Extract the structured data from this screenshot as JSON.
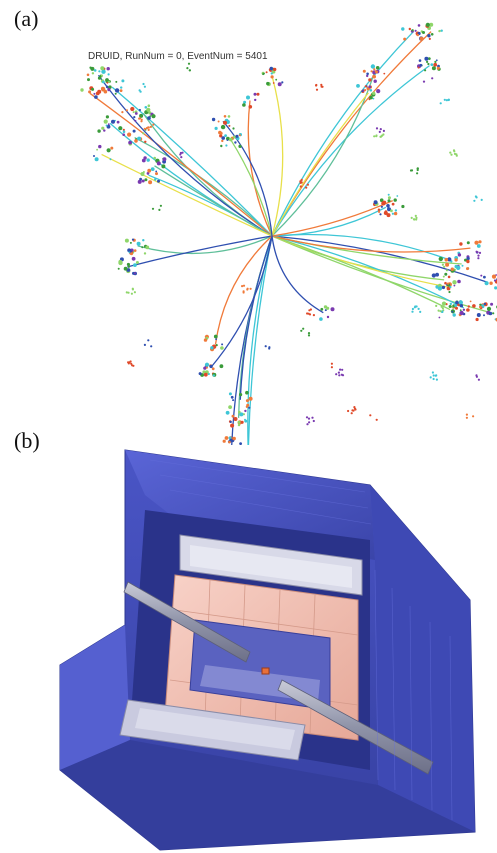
{
  "panels": {
    "a": {
      "label": "(a)",
      "caption": "DRUID, RunNum = 0, EventNum = 5401"
    },
    "b": {
      "label": "(b)"
    }
  },
  "colors": {
    "tracks": [
      "#3ec6d6",
      "#f07a3a",
      "#e8e04a",
      "#8fd66a",
      "#2f4fb0",
      "#5fbf9a"
    ],
    "hits": [
      "#2f4fb0",
      "#3a9b3a",
      "#e04a2a",
      "#3ec6d6",
      "#8fd66a",
      "#7a3ab0",
      "#f07a3a"
    ],
    "detector_outer": "#4a55c6",
    "detector_inner": "#f4c0b2",
    "beampipe": "#a9acbe"
  }
}
